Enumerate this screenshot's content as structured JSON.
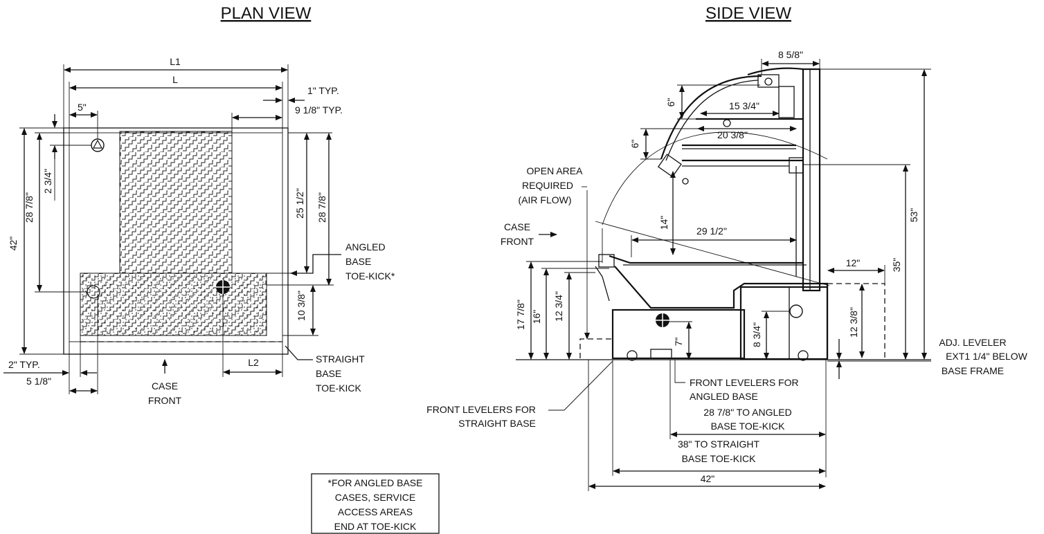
{
  "titles": {
    "plan": "PLAN VIEW",
    "side": "SIDE VIEW"
  },
  "plan": {
    "L1": "L1",
    "L": "L",
    "one_typ": "1\" TYP.",
    "nine_typ": "9 1/8\" TYP.",
    "five": "5\"",
    "h42": "42\"",
    "h28_left": "28 7/8\"",
    "h2_34": "2 3/4\"",
    "h25_12": "25 1/2\"",
    "h28_right": "28 7/8\"",
    "h10_38": "10 3/8\"",
    "angled_1": "ANGLED",
    "angled_2": "BASE",
    "angled_3": "TOE-KICK*",
    "straight_1": "STRAIGHT",
    "straight_2": "BASE",
    "straight_3": "TOE-KICK",
    "two_typ": "2\" TYP.",
    "five_18": "5 1/8\"",
    "L2": "L2",
    "case_front_1": "CASE",
    "case_front_2": "FRONT"
  },
  "side": {
    "d8_58": "8 5/8\"",
    "d6a": "6\"",
    "d15_34": "15 3/4\"",
    "d6b": "6\"",
    "d20_38": "20 3/8\"",
    "open_1": "OPEN AREA",
    "open_2": "REQUIRED",
    "open_3": "(AIR FLOW)",
    "case_1": "CASE",
    "case_2": "FRONT",
    "d14": "14\"",
    "d29_12": "29 1/2\"",
    "d53": "53\"",
    "d12": "12\"",
    "d35": "35\"",
    "d17_78": "17 7/8\"",
    "d16": "16\"",
    "d12_34": "12 3/4\"",
    "d7": "7\"",
    "d8_34": "8 3/4\"",
    "d12_38": "12 3/8\"",
    "adj_1": "ADJ. LEVELER",
    "adj_2": "EXT1 1/4\" BELOW",
    "adj_3": "BASE FRAME",
    "fl_angled_1": "FRONT LEVELERS FOR",
    "fl_angled_2": "ANGLED BASE",
    "to_angled_1": "28 7/8\" TO ANGLED",
    "to_angled_2": "BASE TOE-KICK",
    "fl_straight_1": "FRONT LEVELERS FOR",
    "fl_straight_2": "STRAIGHT BASE",
    "to_straight_1": "38\" TO STRAIGHT",
    "to_straight_2": "BASE TOE-KICK",
    "d42": "42\""
  },
  "note": {
    "line1": "*FOR ANGLED BASE",
    "line2": "CASES, SERVICE",
    "line3": "ACCESS AREAS",
    "line4": "END AT TOE-KICK"
  }
}
